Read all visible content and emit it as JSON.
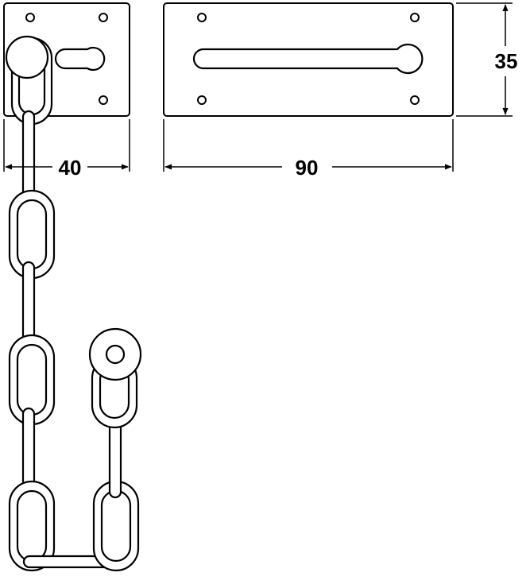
{
  "dimensions": {
    "width_label": "40",
    "length_label": "90",
    "height_label": "35"
  },
  "colors": {
    "line": "#000000",
    "part_fill": "#ffffff"
  }
}
